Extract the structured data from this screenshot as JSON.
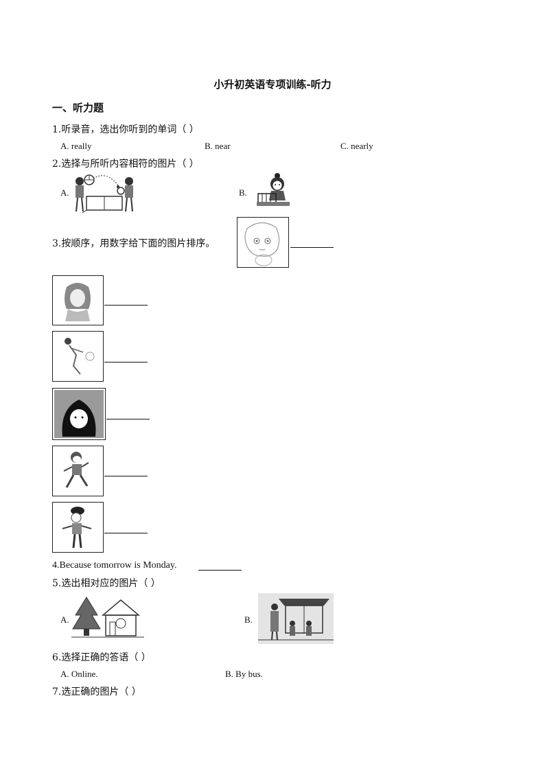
{
  "title": "小升初英语专项训练-听力",
  "section": "一、听力题",
  "q1": {
    "stem": "1.听录音，选出你听到的单词（    ）",
    "options": [
      "A. really",
      "B. near",
      "C. nearly"
    ]
  },
  "q2": {
    "stem": "2.选择与所听内容相符的图片（    ）",
    "option_labels": [
      "A.",
      "B."
    ]
  },
  "q3": {
    "stem": "3.按顺序，用数字给下面的图片排序。"
  },
  "q4": {
    "stem": "4.Because tomorrow is Monday."
  },
  "q5": {
    "stem": "5.选出相对应的图片（    ）",
    "option_labels": [
      "A.",
      "B."
    ]
  },
  "q6": {
    "stem": "6.选择正确的答语（    ）",
    "options": [
      "A. Online.",
      "B. By bus."
    ]
  },
  "q7": {
    "stem": "7.选正确的图片（    ）"
  }
}
